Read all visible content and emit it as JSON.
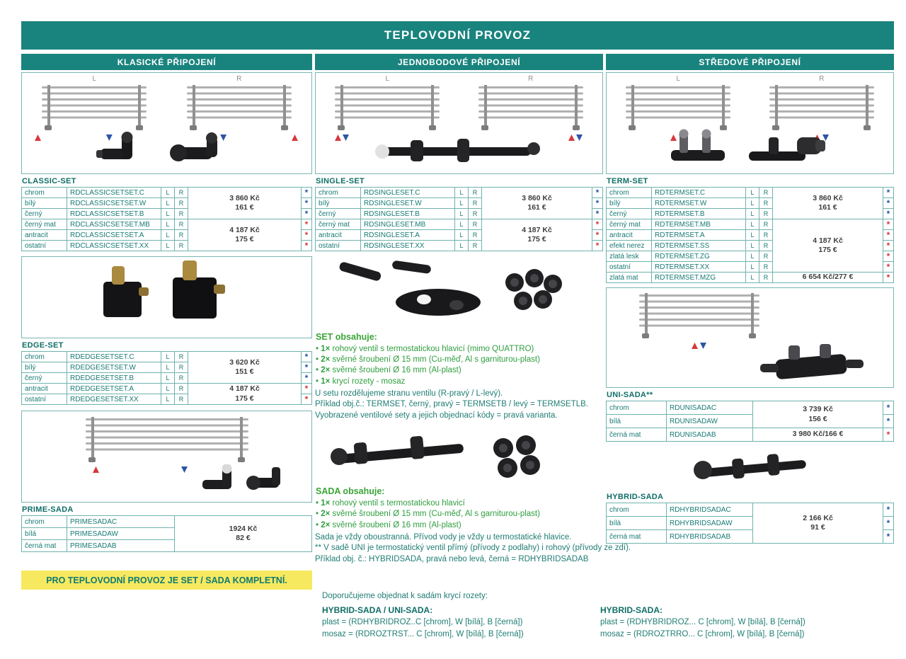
{
  "title": "TEPLOVODNÍ PROVOZ",
  "note_left": "PRO TEPLOVODNÍ PROVOZ JE SET / SADA KOMPLETNÍ.",
  "lr": {
    "l": "L",
    "r": "R"
  },
  "star_colors": {
    "blue": "#2d55a5",
    "red": "#d6393c"
  },
  "colors": {
    "teal": "#19837e",
    "green": "#3aa536",
    "yellow": "#f6e95f",
    "arrow_red": "#d6393c",
    "arrow_blue": "#2d55a5"
  },
  "columns": {
    "classic": {
      "header": "KLASICKÉ PŘIPOJENÍ",
      "classic_set": {
        "label": "CLASSIC-SET",
        "has_lr": true,
        "rows": [
          {
            "color": "chrom",
            "code": "RDCLASSICSETSET.C",
            "star": "blue"
          },
          {
            "color": "bílý",
            "code": "RDCLASSICSETSET.W",
            "star": "blue"
          },
          {
            "color": "černý",
            "code": "RDCLASSICSETSET.B",
            "star": "blue"
          },
          {
            "color": "černý mat",
            "code": "RDCLASSICSETSET.MB",
            "star": "red"
          },
          {
            "color": "antracit",
            "code": "RDCLASSICSETSET.A",
            "star": "red"
          },
          {
            "color": "ostatní",
            "code": "RDCLASSICSETSET.XX",
            "star": "red"
          }
        ],
        "price_groups": [
          {
            "span": 3,
            "kc": "3 860 Kč",
            "eur": "161 €"
          },
          {
            "span": 3,
            "kc": "4 187 Kč",
            "eur": "175 €"
          }
        ]
      },
      "edge_set": {
        "label": "EDGE-SET",
        "has_lr": true,
        "rows": [
          {
            "color": "chrom",
            "code": "RDEDGESETSET.C",
            "star": "blue"
          },
          {
            "color": "bílý",
            "code": "RDEDGESETSET.W",
            "star": "blue"
          },
          {
            "color": "černý",
            "code": "RDEDGESETSET.B",
            "star": "blue"
          },
          {
            "color": "antracit",
            "code": "RDEDGESETSET.A",
            "star": "red"
          },
          {
            "color": "ostatní",
            "code": "RDEDGESETSET.XX",
            "star": "red"
          }
        ],
        "price_groups": [
          {
            "span": 3,
            "kc": "3 620 Kč",
            "eur": "151 €"
          },
          {
            "span": 2,
            "kc": "4 187 Kč",
            "eur": "175 €"
          }
        ]
      },
      "prime_sada": {
        "label": "PRIME-SADA",
        "has_lr": false,
        "rows": [
          {
            "color": "chrom",
            "code": "PRIMESADAC"
          },
          {
            "color": "bílá",
            "code": "PRIMESADAW"
          },
          {
            "color": "černá mat",
            "code": "PRIMESADAB"
          }
        ],
        "price_groups": [
          {
            "span": 3,
            "kc": "1924 Kč",
            "eur": "82 €"
          }
        ]
      }
    },
    "single": {
      "header": "JEDNOBODOVÉ PŘIPOJENÍ",
      "single_set": {
        "label": "SINGLE-SET",
        "has_lr": true,
        "rows": [
          {
            "color": "chrom",
            "code": "RDSINGLESET.C",
            "star": "blue"
          },
          {
            "color": "bílý",
            "code": "RDSINGLESET.W",
            "star": "blue"
          },
          {
            "color": "černý",
            "code": "RDSINGLESET.B",
            "star": "blue"
          },
          {
            "color": "černý mat",
            "code": "RDSINGLESET.MB",
            "star": "red"
          },
          {
            "color": "antracit",
            "code": "RDSINGLESET.A",
            "star": "red"
          },
          {
            "color": "ostatní",
            "code": "RDSINGLESET.XX",
            "star": "red"
          }
        ],
        "price_groups": [
          {
            "span": 3,
            "kc": "3 860 Kč",
            "eur": "161 €"
          },
          {
            "span": 3,
            "kc": "4 187 Kč",
            "eur": "175 €"
          }
        ]
      },
      "set_info": {
        "heading": "SET obsahuje:",
        "bullets": [
          {
            "qty": "1×",
            "text": "rohový ventil s termostatickou hlavicí (mimo QUATTRO)"
          },
          {
            "qty": "2×",
            "text": "svěrné šroubení Ø 15 mm (Cu-měď, Al s garniturou-plast)"
          },
          {
            "qty": "2×",
            "text": "svěrné šroubení Ø 16 mm (Al-plast)"
          },
          {
            "qty": "1×",
            "text": "krycí rozety - mosaz"
          }
        ],
        "notes": [
          "U setu rozdělujeme stranu ventilu (R-pravý / L-levý).",
          "Příklad obj.č.: TERMSET, černý, pravý = TERMSETB / levý = TERMSETLB. Vyobrazené ventilové sety a jejich objednací kódy = pravá varianta."
        ]
      },
      "sada_info": {
        "heading": "SADA obsahuje:",
        "bullets": [
          {
            "qty": "1×",
            "text": "rohový ventil s termostatickou hlavicí"
          },
          {
            "qty": "2×",
            "text": "svěrné šroubení Ø 15 mm (Cu-měď, Al s garniturou-plast)"
          },
          {
            "qty": "2×",
            "text": "svěrné šroubení Ø 16 mm (Al-plast)"
          }
        ],
        "notes": [
          "Sada je vždy oboustranná. Přívod vody je vždy u termostatické hlavice.",
          "** V sadě UNI je termostatický ventil přímý (přívody z podlahy) i rohový (přívody ze zdí).",
          "Příklad obj. č.: HYBRIDSADA, pravá nebo levá, černá = RDHYBRIDSADAB"
        ]
      }
    },
    "central": {
      "header": "STŘEDOVÉ PŘIPOJENÍ",
      "term_set": {
        "label": "TERM-SET",
        "has_lr": true,
        "rows": [
          {
            "color": "chrom",
            "code": "RDTERMSET.C",
            "star": "blue"
          },
          {
            "color": "bílý",
            "code": "RDTERMSET.W",
            "star": "blue"
          },
          {
            "color": "černý",
            "code": "RDTERMSET.B",
            "star": "blue"
          },
          {
            "color": "černý mat",
            "code": "RDTERMSET.MB",
            "star": "red"
          },
          {
            "color": "antracit",
            "code": "RDTERMSET.A",
            "star": "red"
          },
          {
            "color": "efekt nerez",
            "code": "RDTERMSET.SS",
            "star": "red"
          },
          {
            "color": "zlatá lesk",
            "code": "RDTERMSET.ZG",
            "star": "red"
          },
          {
            "color": "ostatní",
            "code": "RDTERMSET.XX",
            "star": "red"
          },
          {
            "color": "zlatá mat",
            "code": "RDTERMSET.MZG",
            "star": "red"
          }
        ],
        "price_groups": [
          {
            "span": 3,
            "kc": "3 860 Kč",
            "eur": "161 €"
          },
          {
            "span": 5,
            "kc": "4 187 Kč",
            "eur": "175 €"
          },
          {
            "span": 1,
            "kc": "6 654 Kč/277 €",
            "eur": ""
          }
        ]
      },
      "uni_sada": {
        "label": "UNI-SADA**",
        "has_lr": false,
        "rows": [
          {
            "color": "chrom",
            "code": "RDUNISADAC",
            "star": "blue"
          },
          {
            "color": "bílá",
            "code": "RDUNISADAW",
            "star": "blue"
          },
          {
            "color": "černá mat",
            "code": "RDUNISADAB",
            "star": "red"
          }
        ],
        "price_groups": [
          {
            "span": 2,
            "kc": "3 739 Kč",
            "eur": "156 €"
          },
          {
            "span": 1,
            "kc": "3 980 Kč/166 €",
            "eur": ""
          }
        ]
      },
      "hybrid_sada": {
        "label": "HYBRID-SADA",
        "has_lr": false,
        "rows": [
          {
            "color": "chrom",
            "code": "RDHYBRIDSADAC",
            "star": "blue"
          },
          {
            "color": "bílá",
            "code": "RDHYBRIDSADAW",
            "star": "blue"
          },
          {
            "color": "černá mat",
            "code": "RDHYBRIDSADAB",
            "star": "blue"
          }
        ],
        "price_groups": [
          {
            "span": 3,
            "kc": "2 166 Kč",
            "eur": "91 €"
          }
        ]
      }
    }
  },
  "footer": {
    "intro": "Doporučujeme objednat k sadám krycí rozety:",
    "left": {
      "heading": "HYBRID-SADA / UNI-SADA:",
      "lines": [
        "plast = (RDHYBRIDROZ..C [chrom], W [bílá], B [černá])",
        "mosaz = (RDROZTRST...  C [chrom], W [bílá], B [černá])"
      ]
    },
    "right": {
      "heading": "HYBRID-SADA:",
      "lines": [
        "plast = (RDHYBRIDROZ... C [chrom], W [bílá], B [černá])",
        "mosaz = (RDROZTRRO... C [chrom], W [bílá], B [černá])"
      ]
    }
  }
}
